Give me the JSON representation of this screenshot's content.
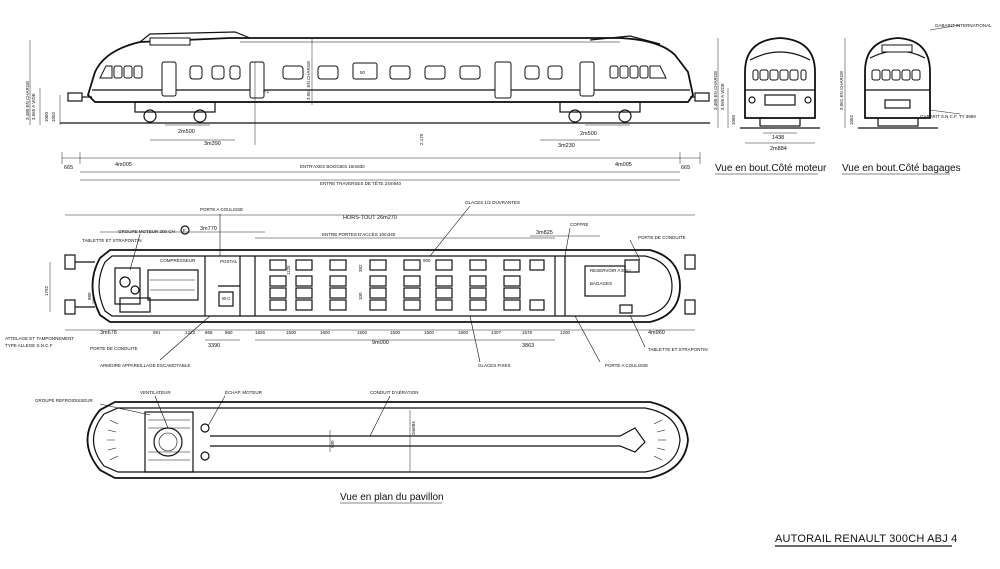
{
  "title": "AUTORAIL RENAULT 300CH ABJ 4",
  "view_labels": {
    "end_motor": "Vue en bout.Côté moteur",
    "end_baggage": "Vue en bout.Côté bagages",
    "roof_plan": "Vue en plan du pavillon"
  },
  "side_elevation": {
    "dims": {
      "left_end": "665",
      "right_end": "665",
      "left_overhang": "4m005",
      "right_overhang": "4m005",
      "bogie_centres": "ENTR'AXES BOGGIES 16m830",
      "over_headstocks": "ENTRE TRAVERSES DE TÊTE 24m940",
      "left_wheelbase": "2m500",
      "right_wheelbase": "2m500",
      "left_bogie": "3m390",
      "right_bogie": "3m230",
      "height_1": "3.480 EN CHARGE",
      "height_2": "3.565 A VIDE",
      "height_3": "3.061 EN CHARGE",
      "buffer_1": "1060",
      "buffer_2": "1052",
      "window_label": "50",
      "headroom": "2.170",
      "door": "P.1"
    }
  },
  "plan_view": {
    "overall": "HORS-TOUT 26m270",
    "between_doors": "ENTRE PORTES D'ACCÈS 10m340",
    "left_section": "3m770",
    "right_section": "3m825",
    "bottom_mid": "9m000",
    "bottom_left": "3m678",
    "bottom_cab": "3390",
    "bottom_right": "3863",
    "bottom_right_end": "4m960",
    "seat_spacing": [
      "991",
      "1223",
      "866",
      "860",
      "1826",
      "1500",
      "1600",
      "1500",
      "1500",
      "1500",
      "1500",
      "1307",
      "1578",
      "1200"
    ],
    "width_1": "1792",
    "width_2": "880",
    "width_3": "1125",
    "width_4": "382",
    "width_5": "100",
    "seat_label": "900",
    "labels": {
      "engine_group": "GROUPE MOTEUR 300 CH",
      "folding_table": "TABLETTE ET STRAPONTIN",
      "compressor": "COMPRESSEUR",
      "postal": "POSTAL",
      "wc": "W.C",
      "door_sliding": "PORTE A COULISSE",
      "driver_door": "PORTE DE CONDUITE",
      "fixed_glass": "GLACES FIXES",
      "sliding_glass": "GLACES 1/2 OUVRANTES",
      "coffer": "COFFRE",
      "baggage": "BAGAGES",
      "tank": "RESERVOIR A EAU",
      "coupler": "ATTELAGE ET TAMPONNEMENT",
      "coupler_type": "TYPE ALLEGE S.N.C.F",
      "cabinet": "ARMOIRE APPAREILLAGE ESCAMOTABLE",
      "driver_door_right": "PORTE DE CONDUITE",
      "folding_table_right": "TABLETTE ET STRAPONTIN",
      "sliding_door_right": "PORTE A COULISSE",
      "f_marker": "F"
    }
  },
  "end_views": {
    "motor": {
      "width": "2m884",
      "inner": "1438",
      "h1": "3.480 EN CHARGE",
      "h2": "3.565 A VIDE",
      "h3": "1060"
    },
    "baggage": {
      "gauge_int": "GABARIT INTERNATIONAL",
      "gauge_sncf": "GABARIT S.N.C.F. TY 3969",
      "h1": "3.061 EN CHARGE",
      "h2": "1052"
    }
  },
  "roof_plan": {
    "radiator_label": "GROUPE REFROIDISSEUR",
    "fan_label": "VENTILATEUR",
    "exhaust_label": "ÉCHAP. MOTEUR",
    "duct_label": "CONDUIT D'AÉRATION",
    "width": "2m884",
    "mid": "930"
  }
}
